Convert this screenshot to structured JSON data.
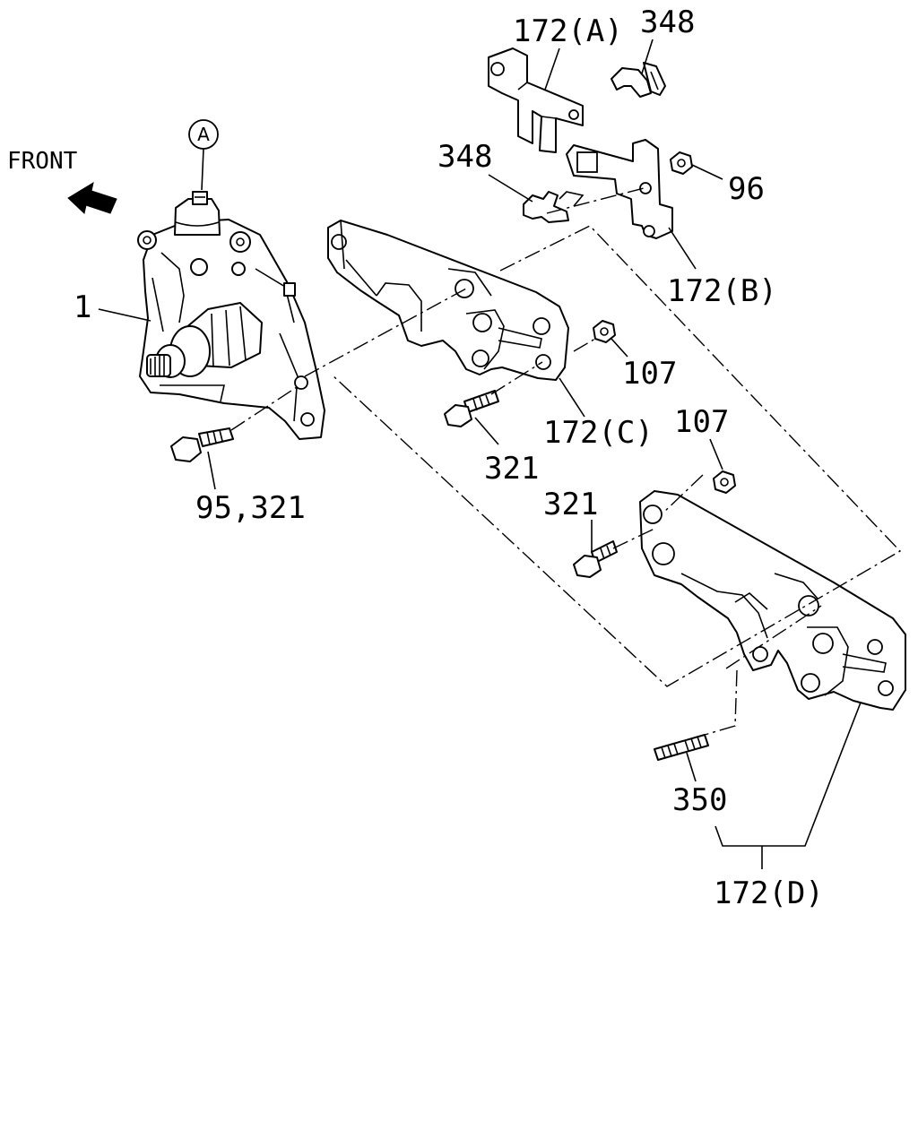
{
  "front_indicator": {
    "text": "FRONT"
  },
  "ref_marker": {
    "text": "A"
  },
  "callouts": {
    "pump": "1",
    "bolt_main": "95,321",
    "bracket_a": "172(A)",
    "clip_top": "348",
    "clip_mid": "348",
    "nut_96": "96",
    "bracket_b": "172(B)",
    "nut_107_upper": "107",
    "bracket_c": "172(C)",
    "bolt_321_upper": "321",
    "nut_107_lower": "107",
    "bolt_321_lower": "321",
    "stud_350": "350",
    "bracket_d": "172(D)"
  },
  "colors": {
    "ink": "#000000",
    "paper": "#ffffff"
  }
}
